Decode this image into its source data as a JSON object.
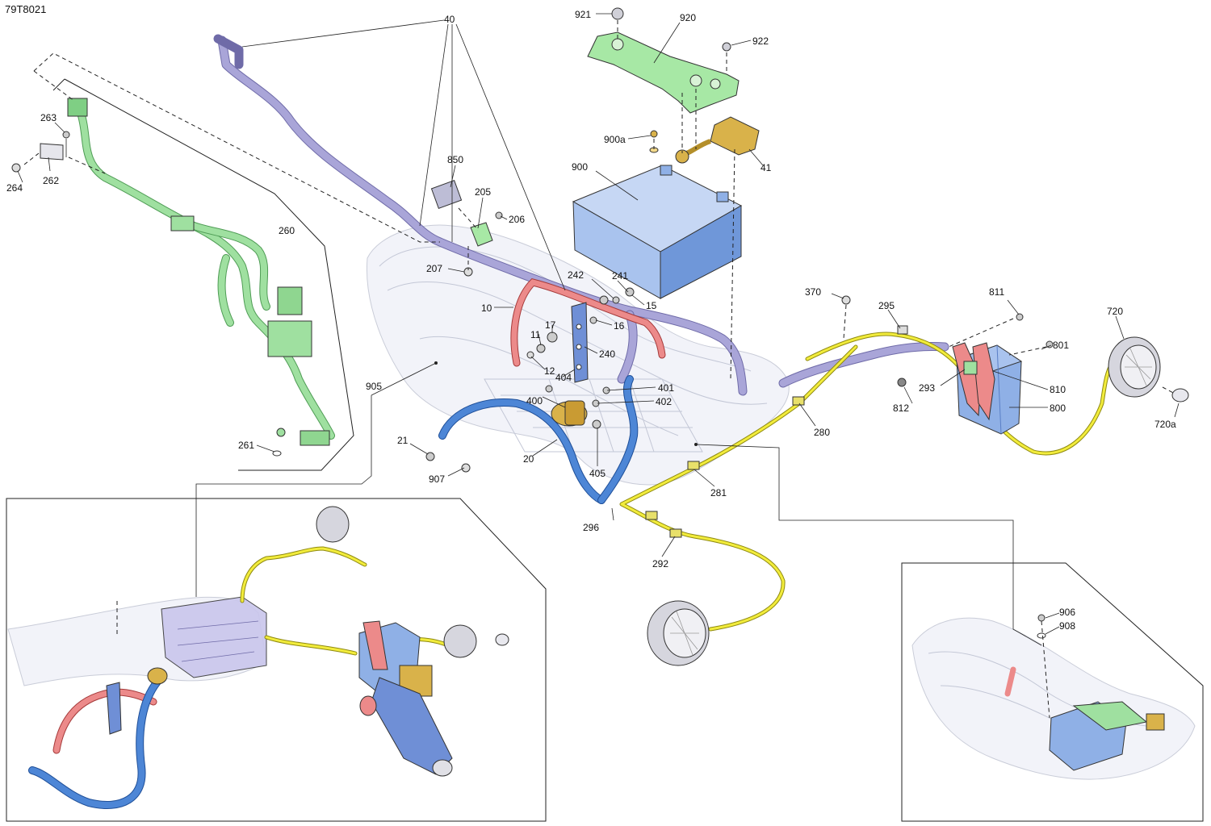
{
  "drawing_id": "79T8021",
  "callouts": {
    "c40": "40",
    "c921": "921",
    "c920": "920",
    "c922": "922",
    "c263": "263",
    "c262": "262",
    "c264": "264",
    "c260": "260",
    "c261": "261",
    "c850": "850",
    "c205": "205",
    "c206": "206",
    "c207": "207",
    "c900a": "900a",
    "c900": "900",
    "c41": "41",
    "c242": "242",
    "c241": "241",
    "c15": "15",
    "c16": "16",
    "c10": "10",
    "c17": "17",
    "c11": "11",
    "c12": "12",
    "c240": "240",
    "c404": "404",
    "c400": "400",
    "c401": "401",
    "c402": "402",
    "c905": "905",
    "c21": "21",
    "c907": "907",
    "c20": "20",
    "c405": "405",
    "c370": "370",
    "c295": "295",
    "c811": "811",
    "c720": "720",
    "c801": "801",
    "c293": "293",
    "c810": "810",
    "c812": "812",
    "c800": "800",
    "c720a": "720a",
    "c280": "280",
    "c281": "281",
    "c296": "296",
    "c292": "292",
    "c906": "906",
    "c908": "908"
  },
  "colors": {
    "harness_main": "#a9a5d8",
    "harness_green": "#9fe0a0",
    "harness_yellow": "#f2ec3c",
    "cable_blue": "#4d86d6",
    "cable_red": "#ec8a8a",
    "battery": "#a9c3ee",
    "bracket_green": "#a7e8a5",
    "terminal_gold": "#d9b24a",
    "module_blue": "#8fb0e6"
  }
}
